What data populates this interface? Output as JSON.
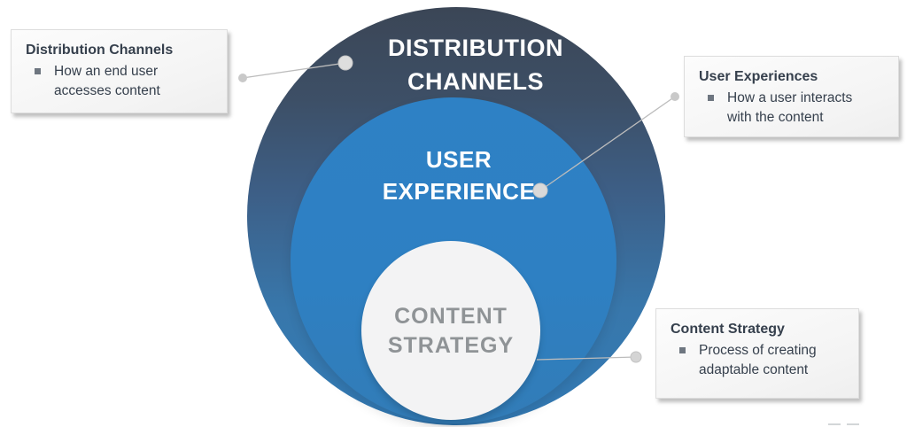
{
  "rings": {
    "outer": {
      "line1": "DISTRIBUTION",
      "line2": "CHANNELS"
    },
    "middle": {
      "line1": "USER",
      "line2": "EXPERIENCE"
    },
    "inner": {
      "line1": "CONTENT",
      "line2": "STRATEGY"
    }
  },
  "callouts": [
    {
      "title": "Distribution Channels",
      "bullet": "How an end user accesses content"
    },
    {
      "title": "User Experiences",
      "bullet": "How a user interacts with the content"
    },
    {
      "title": "Content Strategy",
      "bullet": "Process of creating adaptable content"
    }
  ],
  "colors": {
    "outer_circle_top": "#3b4656",
    "outer_circle_bottom": "#327ab5",
    "middle_circle": "#2e80c3",
    "inner_circle_bg": "#f3f3f4",
    "inner_circle_text": "#8f9396",
    "ring_label_text": "#ffffff",
    "callout_text": "#36404d",
    "connector_gray": "#bcbcbc"
  }
}
